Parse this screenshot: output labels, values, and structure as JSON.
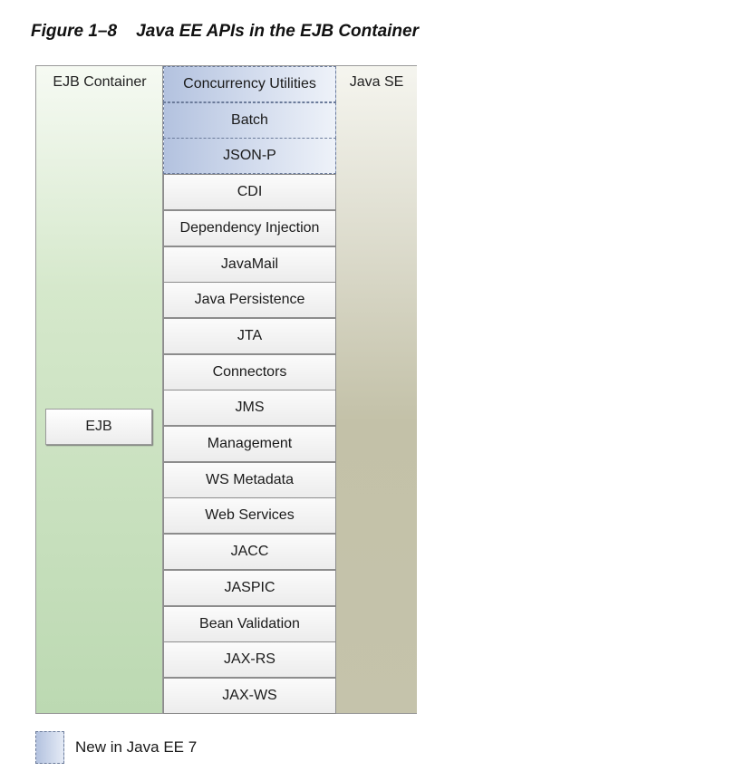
{
  "figure": {
    "title": "Figure 1–8    Java EE APIs in the EJB Container"
  },
  "ejb_container": {
    "label": "EJB Container",
    "component": "EJB"
  },
  "java_se": {
    "label": "Java SE"
  },
  "apis": [
    {
      "label": "Concurrency Utilities",
      "new": true
    },
    {
      "label": "Batch",
      "new": true
    },
    {
      "label": "JSON-P",
      "new": true
    },
    {
      "label": "CDI",
      "new": false
    },
    {
      "label": "Dependency Injection",
      "new": false
    },
    {
      "label": "JavaMail",
      "new": false
    },
    {
      "label": "Java Persistence",
      "new": false
    },
    {
      "label": "JTA",
      "new": false
    },
    {
      "label": "Connectors",
      "new": false
    },
    {
      "label": "JMS",
      "new": false
    },
    {
      "label": "Management",
      "new": false
    },
    {
      "label": "WS Metadata",
      "new": false
    },
    {
      "label": "Web Services",
      "new": false
    },
    {
      "label": "JACC",
      "new": false
    },
    {
      "label": "JASPIC",
      "new": false
    },
    {
      "label": "Bean Validation",
      "new": false
    },
    {
      "label": "JAX-RS",
      "new": false
    },
    {
      "label": "JAX-WS",
      "new": false
    }
  ],
  "legend": {
    "label": "New in Java EE 7"
  },
  "colors": {
    "ejb_container_green": "#bcd9b2",
    "java_se_tan": "#c3c1a8",
    "new_api_blue": "#b3c2df"
  }
}
